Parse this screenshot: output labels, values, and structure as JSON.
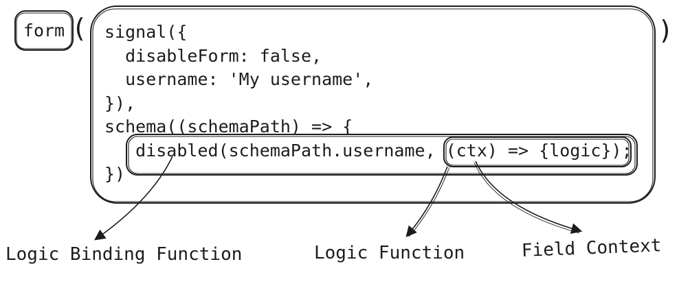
{
  "diagram": {
    "form_keyword": "form",
    "open_paren": "(",
    "close_paren": ")",
    "code_lines": [
      "signal({",
      "  disableForm: false,",
      "  username: 'My username',",
      "}),",
      "schema((schemaPath) => {",
      "   disabled(schemaPath.username, (ctx) => {logic});",
      "})"
    ],
    "highlighted_snippets": {
      "logic_binding": "disabled(schemaPath.username, (ctx) => {logic});",
      "logic_function": "(ctx) => {logic});"
    },
    "annotations": [
      {
        "label": "Logic Binding Function"
      },
      {
        "label": "Logic Function"
      },
      {
        "label": "Field Context"
      }
    ],
    "colors": {
      "ink": "#1c1c1c",
      "background": "#ffffff"
    }
  }
}
